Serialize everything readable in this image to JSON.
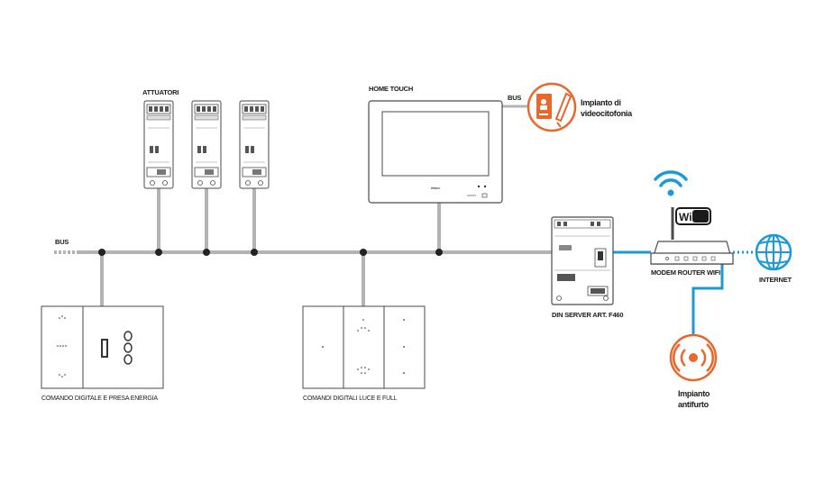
{
  "labels": {
    "attuatori": "ATTUATORI",
    "home_touch": "HOME TOUCH",
    "bus_top": "BUS",
    "bus_left": "BUS",
    "videocitofonia_line1": "Impianto di",
    "videocitofonia_line2": "videocitofonia",
    "wifi": "Wi Fi",
    "modem": "MODEM ROUTER WIFI",
    "internet": "INTERNET",
    "din_server": "DIN SERVER ART. F460",
    "comando_energia": "COMANDO DIGITALE E PRESA ENERGIA",
    "comandi_luce": "COMANDI DIGITALI LUCE E FULL",
    "antifurto_line1": "Impianto",
    "antifurto_line2": "antifurto",
    "home_touch_brand": "bticino"
  },
  "colors": {
    "accent_orange": "#e8672a",
    "accent_blue": "#1a9ad6",
    "bus_gray": "#b3b3b3",
    "junction": "#222222",
    "device_stroke": "#4a4a4a"
  },
  "icons": [
    "videocitofonia-icon",
    "wifi-icon",
    "globe-icon",
    "antifurto-icon"
  ]
}
